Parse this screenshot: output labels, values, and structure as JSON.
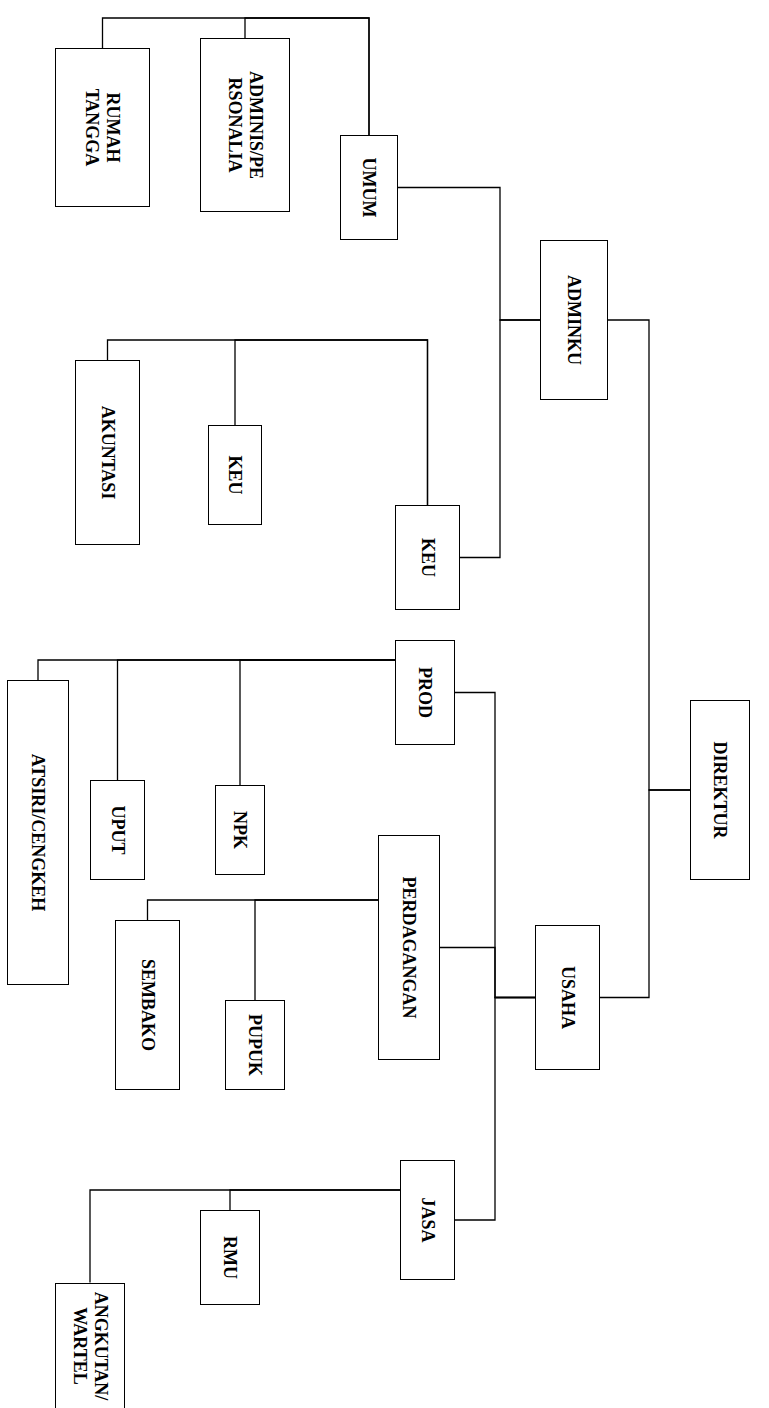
{
  "diagram": {
    "nodes": [
      {
        "text": [
          "DIREKTUR"
        ]
      },
      {
        "text": [
          "ADMINKU"
        ]
      },
      {
        "text": [
          "USAHA"
        ]
      },
      {
        "text": [
          "UMUM"
        ]
      },
      {
        "text": [
          "KEU"
        ]
      },
      {
        "text": [
          "PROD"
        ]
      },
      {
        "text": [
          "PERDAGANGAN"
        ]
      },
      {
        "text": [
          "JASA"
        ]
      },
      {
        "text": [
          "ADMINIS/PE RSONALIA"
        ]
      },
      {
        "text": [
          "RUMAH TANGGA"
        ]
      },
      {
        "text": [
          "KEU"
        ]
      },
      {
        "text": [
          "AKUNTASI"
        ]
      },
      {
        "text": [
          "NPK"
        ]
      },
      {
        "text": [
          "UPUT"
        ]
      },
      {
        "text": [
          "ATSIRI/CENGKEH"
        ]
      },
      {
        "text": [
          "PUPUK"
        ]
      },
      {
        "text": [
          "SEMBAKO"
        ]
      },
      {
        "text": [
          "RMU"
        ]
      },
      {
        "text": [
          "ANGKUTAN/ WARTEL"
        ]
      }
    ],
    "edges": [
      {
        "from": 0,
        "to": 1,
        "arrow": "none"
      },
      {
        "from": 0,
        "to": 2,
        "arrow": "none"
      },
      {
        "from": 1,
        "to": 3,
        "arrow": "none"
      },
      {
        "from": 1,
        "to": 4,
        "arrow": "none"
      },
      {
        "from": 2,
        "to": 5,
        "arrow": "none"
      },
      {
        "from": 2,
        "to": 6,
        "arrow": "none"
      },
      {
        "from": 2,
        "to": 7,
        "arrow": "none"
      },
      {
        "from": 3,
        "to": 8,
        "arrow": "none"
      },
      {
        "from": 3,
        "to": 9,
        "arrow": "none"
      },
      {
        "from": 4,
        "to": 10,
        "arrow": "none"
      },
      {
        "from": 4,
        "to": 11,
        "arrow": "none"
      },
      {
        "from": 5,
        "to": 12,
        "arrow": "none"
      },
      {
        "from": 5,
        "to": 13,
        "arrow": "none"
      },
      {
        "from": 5,
        "to": 14,
        "arrow": "none"
      },
      {
        "from": 6,
        "to": 15,
        "arrow": "none"
      },
      {
        "from": 6,
        "to": 16,
        "arrow": "none"
      },
      {
        "from": 7,
        "to": 17,
        "arrow": "none"
      },
      {
        "from": 7,
        "to": 18,
        "arrow": "none"
      }
    ]
  }
}
